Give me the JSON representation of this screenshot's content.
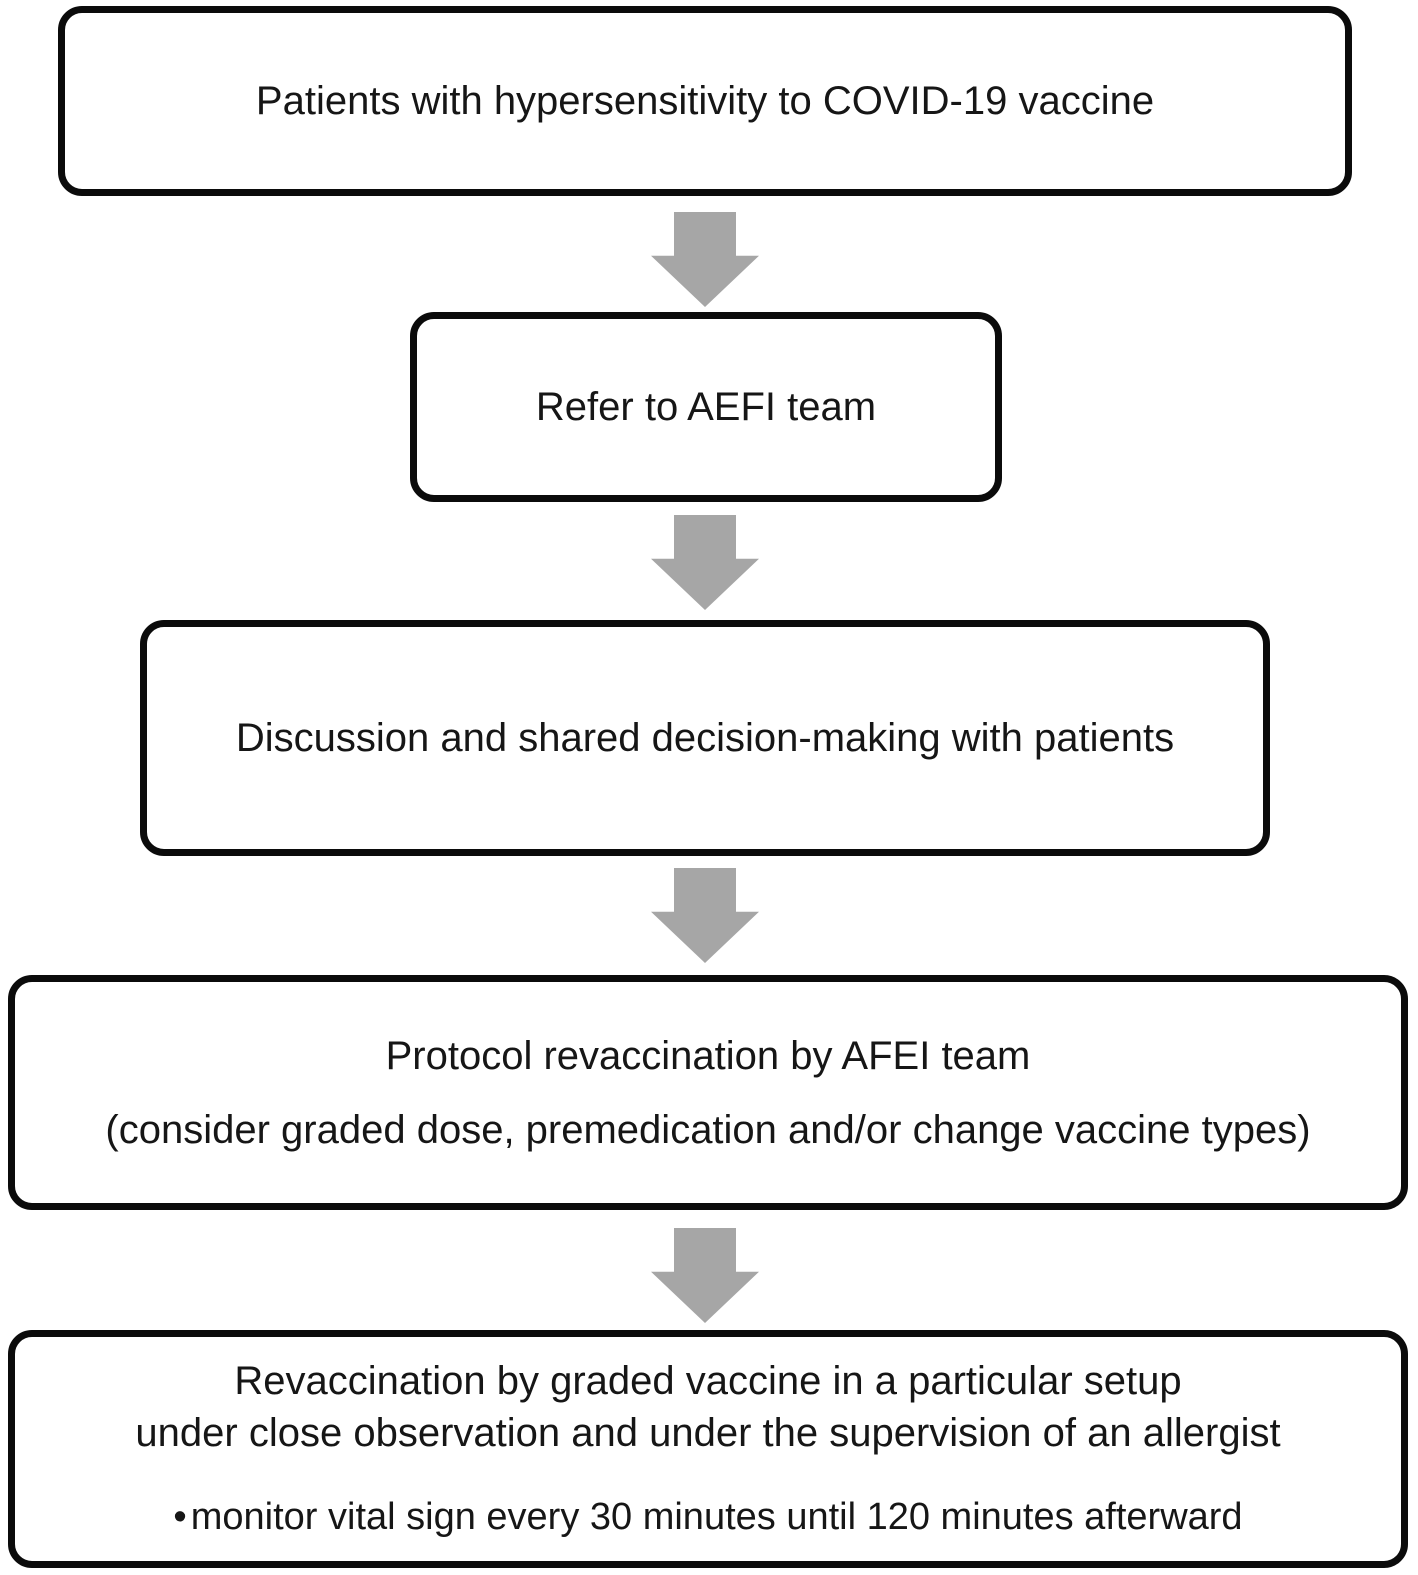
{
  "flow": {
    "nodes": [
      {
        "id": "patients",
        "lines": [
          "Patients with hypersensitivity to COVID-19 vaccine"
        ]
      },
      {
        "id": "refer",
        "lines": [
          "Refer to AEFI team"
        ]
      },
      {
        "id": "discussion",
        "lines": [
          "Discussion and shared decision-making with patients"
        ]
      },
      {
        "id": "protocol",
        "lines": [
          "Protocol revaccination by AFEI team",
          "(consider graded dose, premedication and/or change vaccine types)"
        ]
      },
      {
        "id": "revaccination",
        "lines": [
          "Revaccination by graded vaccine in a particular setup",
          "under close observation and under the supervision of an allergist"
        ],
        "bullet_marker": "•",
        "bullet_text": "monitor vital sign every 30 minutes until 120 minutes afterward"
      }
    ],
    "colors": {
      "background": "#ffffff",
      "box_border": "#0b0b0b",
      "text": "#161616",
      "arrow": "#a6a6a6"
    }
  }
}
